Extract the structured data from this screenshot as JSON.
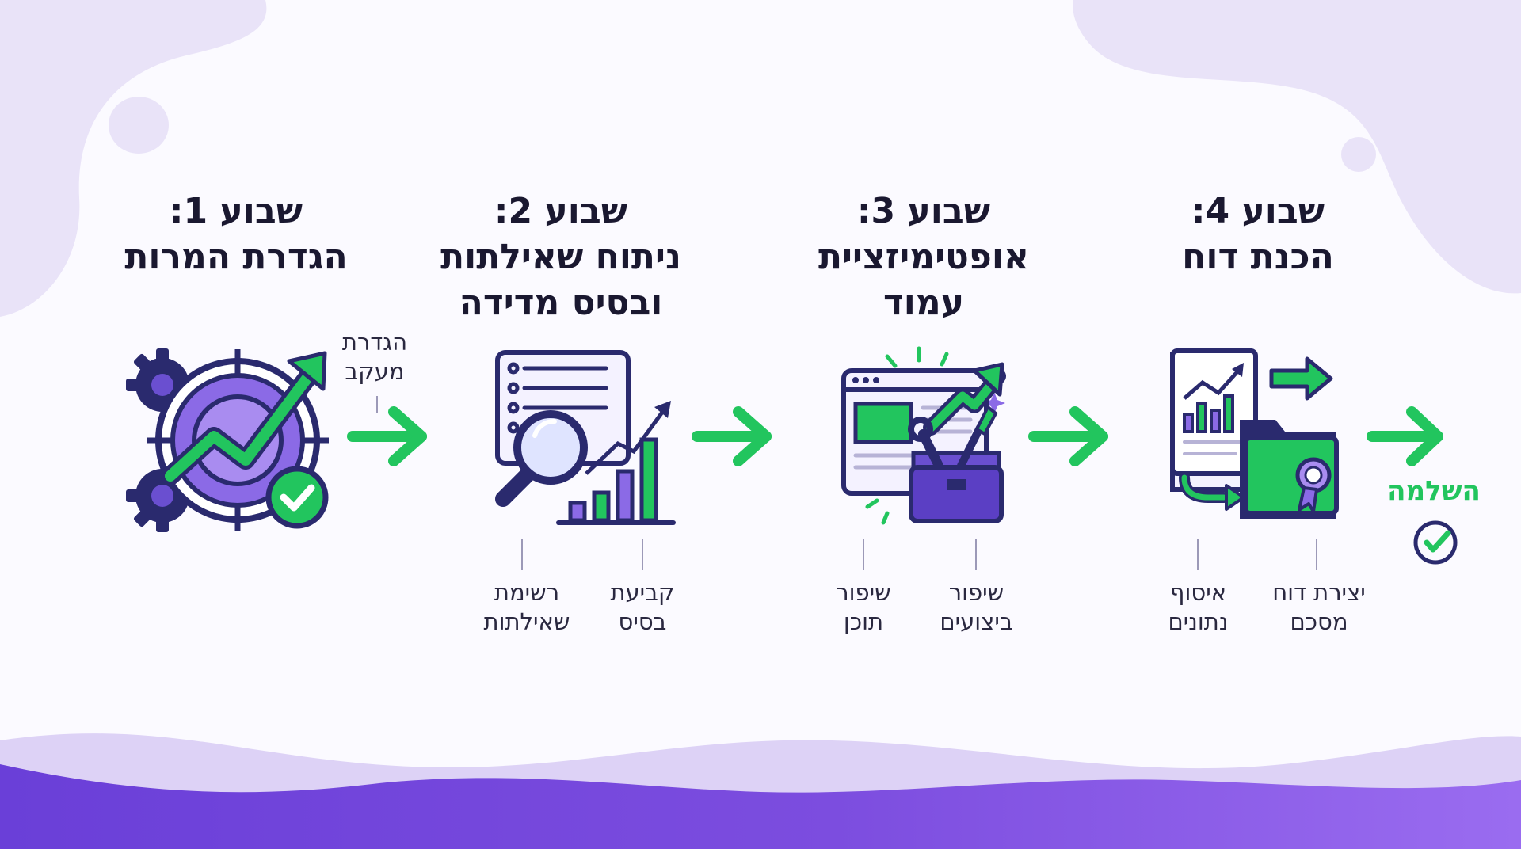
{
  "colors": {
    "purple": "#7c4ddf",
    "purple_dark": "#2a2a6e",
    "green": "#22c55e",
    "blob": "#e9e3f8",
    "line_blue": "#6fa4e6"
  },
  "weeks": [
    {
      "number": "שבוע 1:",
      "name": "הגדרת המרות",
      "icon": "target-gears-growth-icon",
      "sub_labels": [
        "הגדרת מעקב"
      ]
    },
    {
      "number": "שבוע 2:",
      "name_line1": "ניתוח שאילתות",
      "name_line2": "ובסיס מדידה",
      "icon": "document-magnifier-chart-icon",
      "sub_labels": [
        "רשימת שאילתות",
        "קביעת בסיס"
      ]
    },
    {
      "number": "שבוע 3:",
      "name_line1": "אופטימיזציית",
      "name_line2": "עמוד",
      "icon": "browser-toolbox-icon",
      "sub_labels": [
        "שיפור תוכן",
        "שיפור ביצועים"
      ]
    },
    {
      "number": "שבוע 4:",
      "name": "הכנת דוח",
      "icon": "report-folder-icon",
      "sub_labels": [
        "איסוף נתונים",
        "יצירת דוח מסכם"
      ]
    }
  ],
  "finish": {
    "label": "השלמה",
    "icon": "check-circle-icon"
  }
}
